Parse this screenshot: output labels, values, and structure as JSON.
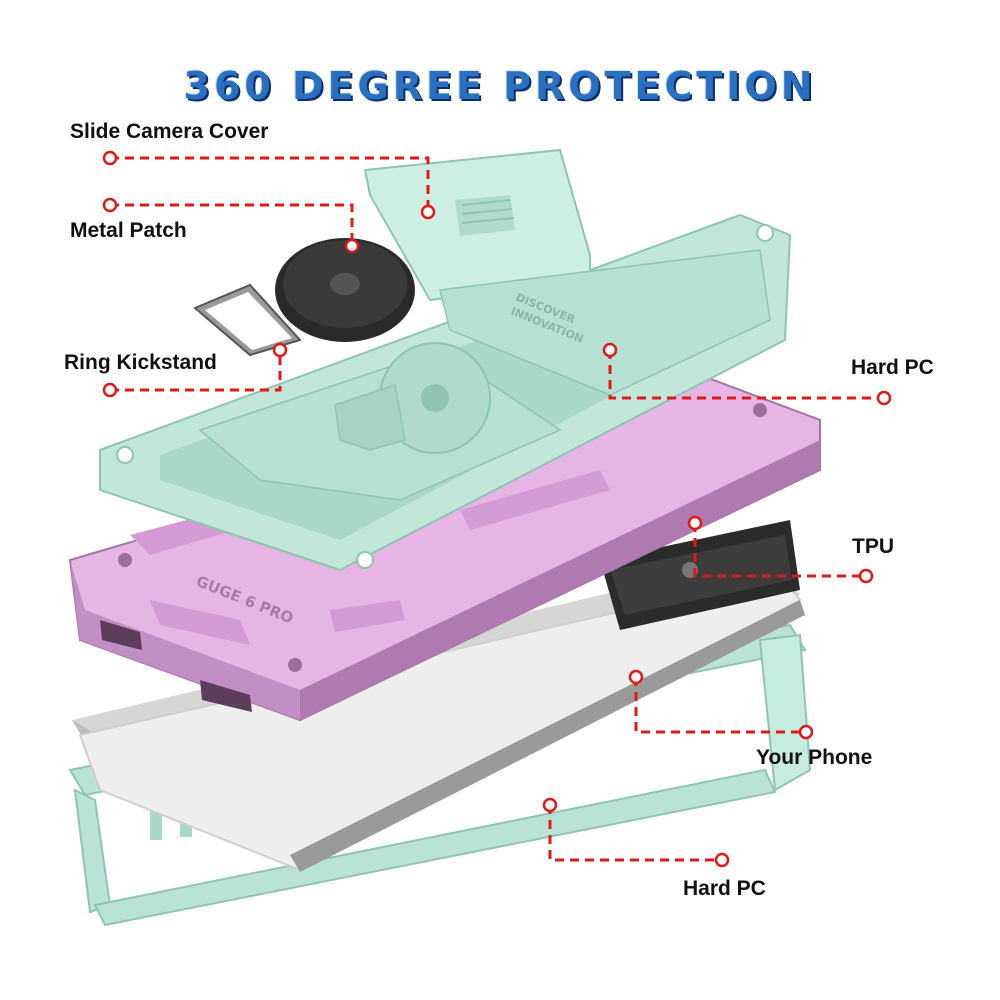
{
  "title": "360 DEGREE PROTECTION",
  "labels": {
    "slide_camera_cover": "Slide Camera Cover",
    "metal_patch": "Metal Patch",
    "ring_kickstand": "Ring Kickstand",
    "hard_pc_top": "Hard PC",
    "tpu": "TPU",
    "your_phone": "Your Phone",
    "hard_pc_bottom": "Hard PC"
  },
  "case_text": {
    "model": "GUGE 6 PRO",
    "discover_line1": "DISCOVER",
    "discover_line2": "INNOVATION"
  },
  "colors": {
    "title": "#2a6fc0",
    "title_shadow": "#0b2e6b",
    "callout": "#e01818",
    "hard_pc": "#b9e3d6",
    "tpu": "#d7a6d9",
    "phone_body": "#e9e9e9",
    "ring": "#1e1e1e"
  },
  "icons": [
    "ring-kickstand-icon",
    "metal-patch-icon",
    "camera-slider-icon"
  ]
}
